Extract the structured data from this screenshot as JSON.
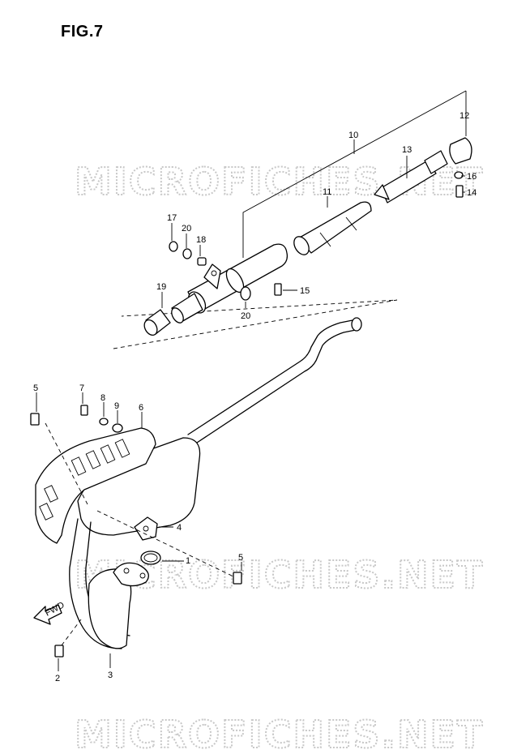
{
  "figure": {
    "title": "FIG.7"
  },
  "watermark": {
    "text": "MICROFICHES.NET"
  },
  "fwd_label": "FWD",
  "parts": [
    {
      "id": "1",
      "label": "1"
    },
    {
      "id": "2",
      "label": "2"
    },
    {
      "id": "3",
      "label": "3"
    },
    {
      "id": "4",
      "label": "4"
    },
    {
      "id": "5a",
      "label": "5"
    },
    {
      "id": "5b",
      "label": "5"
    },
    {
      "id": "6",
      "label": "6"
    },
    {
      "id": "7",
      "label": "7"
    },
    {
      "id": "8",
      "label": "8"
    },
    {
      "id": "9",
      "label": "9"
    },
    {
      "id": "10",
      "label": "10"
    },
    {
      "id": "11",
      "label": "11"
    },
    {
      "id": "12",
      "label": "12"
    },
    {
      "id": "13",
      "label": "13"
    },
    {
      "id": "14",
      "label": "14"
    },
    {
      "id": "15",
      "label": "15"
    },
    {
      "id": "16",
      "label": "16"
    },
    {
      "id": "17",
      "label": "17"
    },
    {
      "id": "18",
      "label": "18"
    },
    {
      "id": "19",
      "label": "19"
    },
    {
      "id": "20a",
      "label": "20"
    },
    {
      "id": "20b",
      "label": "20"
    }
  ]
}
